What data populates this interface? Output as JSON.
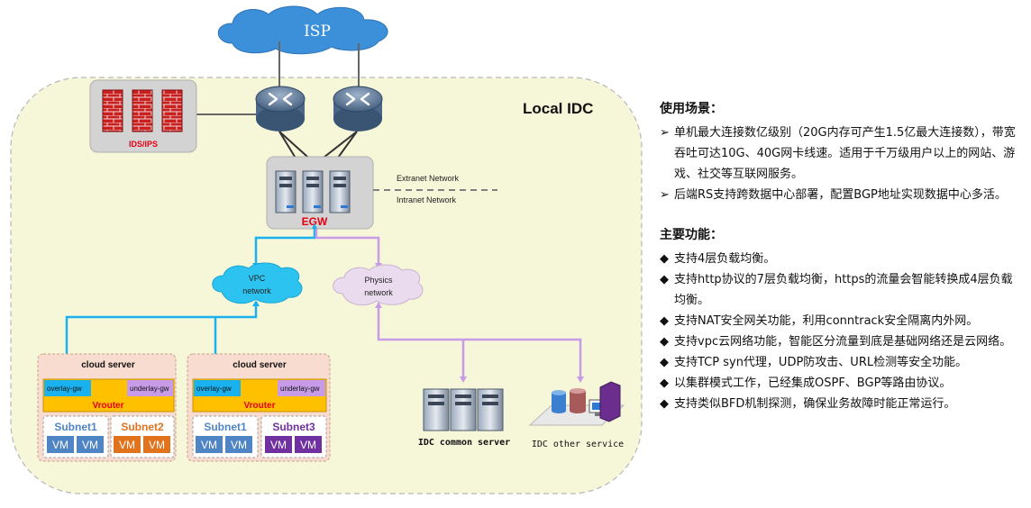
{
  "diagram": {
    "isp": "ISP",
    "local_idc": "Local IDC",
    "ids_ips": "IDS/IPS",
    "extranet": "Extranet Network",
    "intranet": "Intranet Network",
    "egw": "EGW",
    "vpc_line1": "VPC",
    "vpc_line2": "network",
    "physics_line1": "Physics",
    "physics_line2": "network",
    "idc_common_server": "IDC common server",
    "idc_other_service": "IDC other service",
    "cloud_server_1": {
      "title": "cloud server",
      "overlay": "overlay-gw",
      "underlay": "underlay-gw",
      "vrouter": "Vrouter",
      "subnets": [
        {
          "name": "Subnet1",
          "vms": [
            "VM",
            "VM"
          ]
        },
        {
          "name": "Subnet2",
          "vms": [
            "VM",
            "VM"
          ]
        }
      ]
    },
    "cloud_server_2": {
      "title": "cloud server",
      "overlay": "overlay-gw",
      "underlay": "underlay-gw",
      "vrouter": "Vrouter",
      "subnets": [
        {
          "name": "Subnet1",
          "vms": [
            "VM",
            "VM"
          ]
        },
        {
          "name": "Subnet3",
          "vms": [
            "VM",
            "VM"
          ]
        }
      ]
    }
  },
  "scenarios": {
    "title": "使用场景：",
    "items": [
      "单机最大连接数亿级别（20G内存可产生1.5亿最大连接数），带宽吞吐可达10G、40G网卡线速。适用于千万级用户以上的网站、游戏、社交等互联网服务。",
      "后端RS支持跨数据中心部署，配置BGP地址实现数据中心多活。"
    ]
  },
  "features": {
    "title": "主要功能：",
    "items": [
      "支持4层负载均衡。",
      "支持http协议的7层负载均衡，https的流量会智能转换成4层负载均衡。",
      "支持NAT安全网关功能，利用conntrack安全隔离内外网。",
      "支持vpc云网络功能，智能区分流量到底是基础网络还是云网络。",
      "支持TCP syn代理，UDP防攻击、URL检测等安全功能。",
      "以集群模式工作，已经集成OSPF、BGP等路由协议。",
      "支持类似BFD机制探测，确保业务故障时能正常运行。"
    ]
  },
  "colors": {
    "idc_fill": "#f6f6d9",
    "vpc_link": "#1ab2ee",
    "physics_link": "#c79be8",
    "egw_label": "#e60012",
    "subnet1": "#4f85c4",
    "subnet2": "#e0731c",
    "subnet3": "#7030a0",
    "vrouter": "#ffc000"
  }
}
